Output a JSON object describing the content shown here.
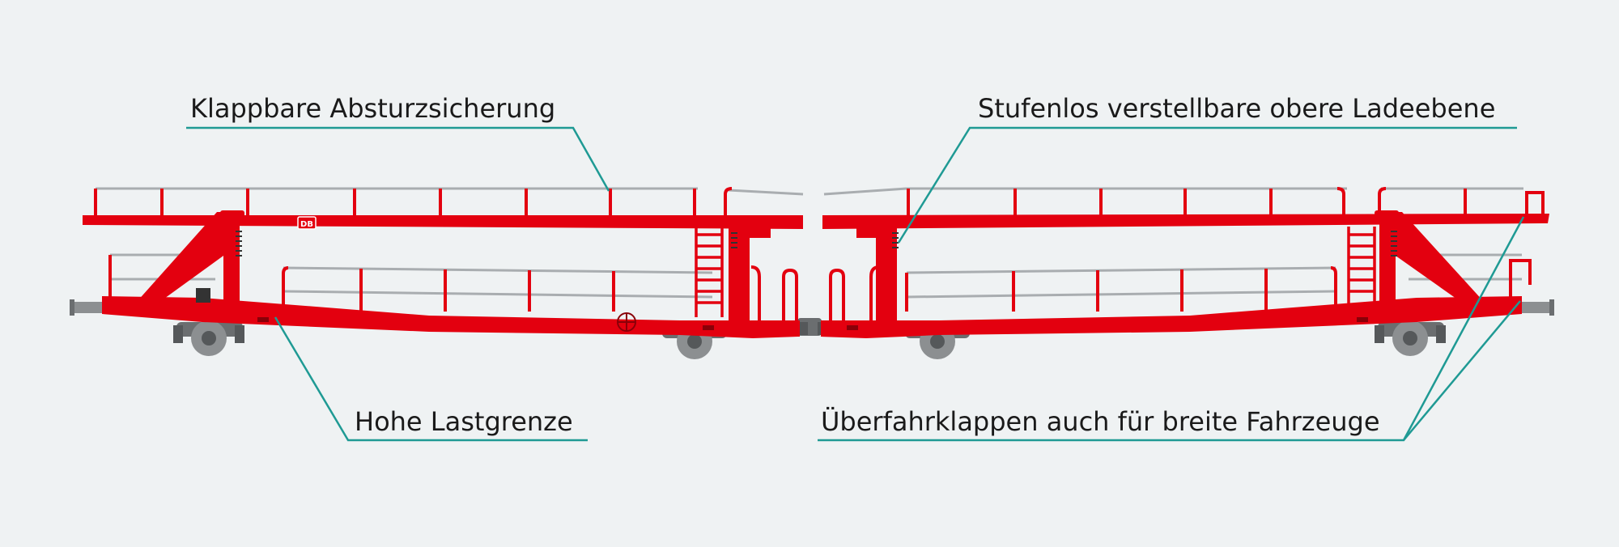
{
  "labels": {
    "fall_protection": "Klappbare Absturzsicherung",
    "upper_deck": "Stufenlos verstellbare obere Ladeebene",
    "load_limit": "Hohe Lastgrenze",
    "ramps": "Überfahrklappen auch für breite Fahrzeuge"
  },
  "logo_text": "DB",
  "colors": {
    "background": "#eff2f3",
    "wagon_red": "#e3000f",
    "leader_teal": "#1f9a94",
    "bogie_grey": "#6b6e70",
    "rail_grey": "#a9adb0",
    "text": "#1a1a1a"
  }
}
